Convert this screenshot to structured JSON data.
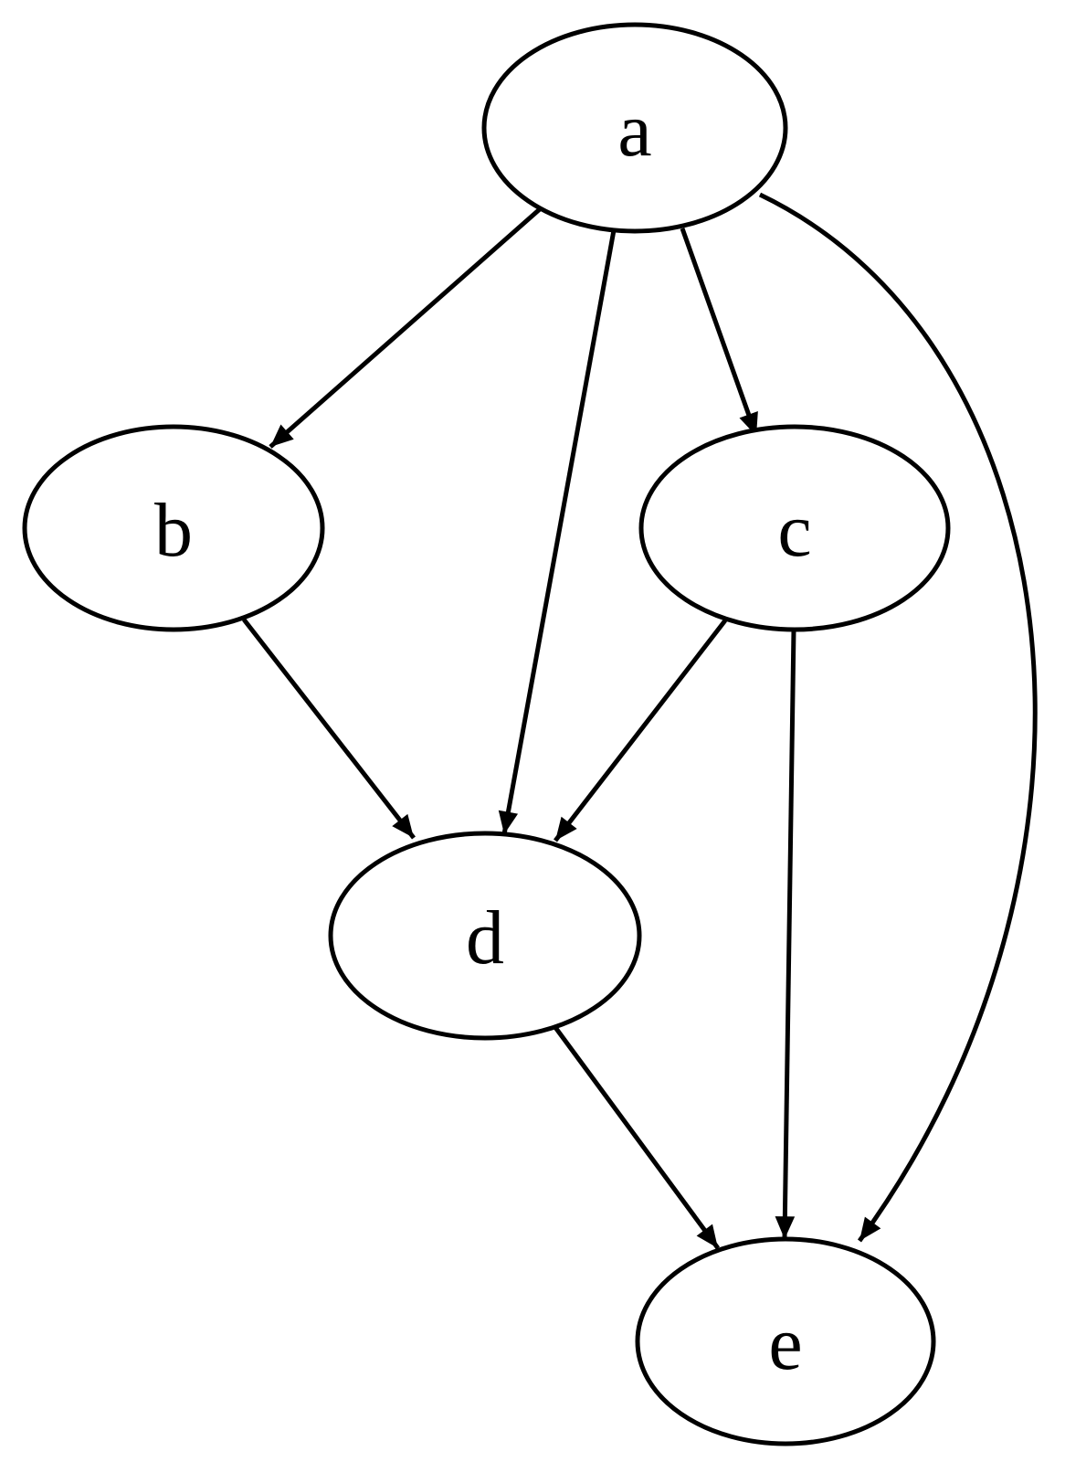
{
  "diagram": {
    "type": "directed-graph",
    "background_color": "#ffffff",
    "node_fill_color": "#ffffff",
    "node_stroke_color": "#000000",
    "edge_color": "#000000",
    "nodes": [
      {
        "id": "a",
        "label": "a"
      },
      {
        "id": "b",
        "label": "b"
      },
      {
        "id": "c",
        "label": "c"
      },
      {
        "id": "d",
        "label": "d"
      },
      {
        "id": "e",
        "label": "e"
      }
    ],
    "edges": [
      {
        "from": "a",
        "to": "b"
      },
      {
        "from": "a",
        "to": "c"
      },
      {
        "from": "a",
        "to": "d"
      },
      {
        "from": "a",
        "to": "e"
      },
      {
        "from": "b",
        "to": "d"
      },
      {
        "from": "c",
        "to": "d"
      },
      {
        "from": "c",
        "to": "e"
      },
      {
        "from": "d",
        "to": "e"
      }
    ]
  }
}
